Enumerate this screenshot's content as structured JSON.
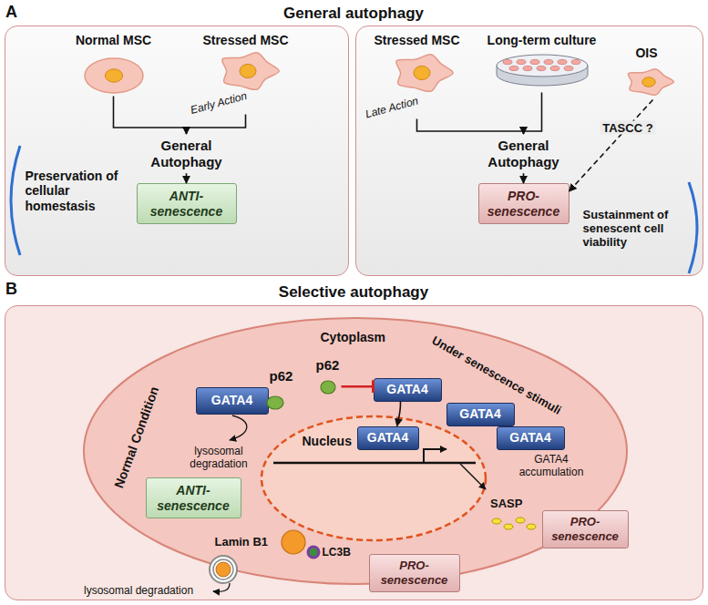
{
  "diagram": {
    "nodes": [
      {
        "text": [
          "Preservation of cellular homestasis"
        ]
      },
      {
        "text": [
          "Normal MSC"
        ],
        "in": 0
      },
      {
        "text": [
          "Stressed MSC",
          "Early Action"
        ],
        "in": 0
      },
      {
        "text": [
          "General Autophagy"
        ],
        "in": 0
      },
      {
        "text": [
          "ANTI- senescence"
        ],
        "in": 0
      },
      {
        "text": [
          "Sustainment of senescent cell viability"
        ]
      },
      {
        "text": [
          "Stressed MSC",
          "Late Action"
        ],
        "in": 5
      },
      {
        "text": [
          "Long-term culture"
        ],
        "in": 5
      },
      {
        "text": [
          "OIS"
        ],
        "in": 5
      },
      {
        "text": [
          "General Autophagy"
        ],
        "in": 5
      },
      {
        "text": [
          "PRO- senescence"
        ],
        "in": 5
      },
      {
        "text": [
          "Selective autophagy"
        ]
      },
      {
        "text": [
          "Cytoplasm",
          "Normal Condition",
          "Under senescence stimuli"
        ],
        "in": 11
      },
      {
        "text": [
          "GATA4"
        ],
        "in": 12
      },
      {
        "text": [
          "p62"
        ],
        "in": 12
      },
      {
        "text": [
          "ANTI- senescence"
        ],
        "in": 12
      },
      {
        "text": [
          "p62"
        ],
        "in": 12
      },
      {
        "text": [
          "GATA4"
        ],
        "in": 12
      },
      {
        "text": [
          "GATA4"
        ],
        "in": 12
      },
      {
        "text": [
          "GATA4"
        ],
        "in": 12
      },
      {
        "text": [
          "Nucleus"
        ],
        "in": 12
      },
      {
        "text": [
          "GATA4"
        ],
        "in": 20
      },
      {
        "text": [
          "Lamin B1"
        ],
        "in": 12
      },
      {
        "text": [
          "LC3B"
        ],
        "in": 12
      },
      {
        "text": [
          "PRO- senescence"
        ],
        "in": 12
      },
      {
        "text": [
          "PRO- senescence"
        ],
        "in": 12
      }
    ],
    "edges": [
      {
        "from": 1,
        "to": 3,
        "arrow": "to"
      },
      {
        "from": 2,
        "to": 3,
        "arrow": "to"
      },
      {
        "from": 3,
        "to": 4,
        "arrow": "to"
      },
      {
        "from": 6,
        "to": 9,
        "arrow": "to"
      },
      {
        "from": 7,
        "to": 9,
        "arrow": "to"
      },
      {
        "from": 9,
        "to": 10,
        "arrow": "to"
      },
      {
        "from": 8,
        "to": 10,
        "label": "TASCC ?",
        "arrow": "to"
      },
      {
        "from": 16,
        "to": 17,
        "arrow": "to"
      },
      {
        "from": 17,
        "to": 21,
        "arrow": "to"
      }
    ],
    "labels": [
      "A",
      "General autophagy",
      "B",
      "lysosomal degradation",
      "lysosomal degradation",
      "SASP",
      "GATA4 accumulation"
    ]
  }
}
